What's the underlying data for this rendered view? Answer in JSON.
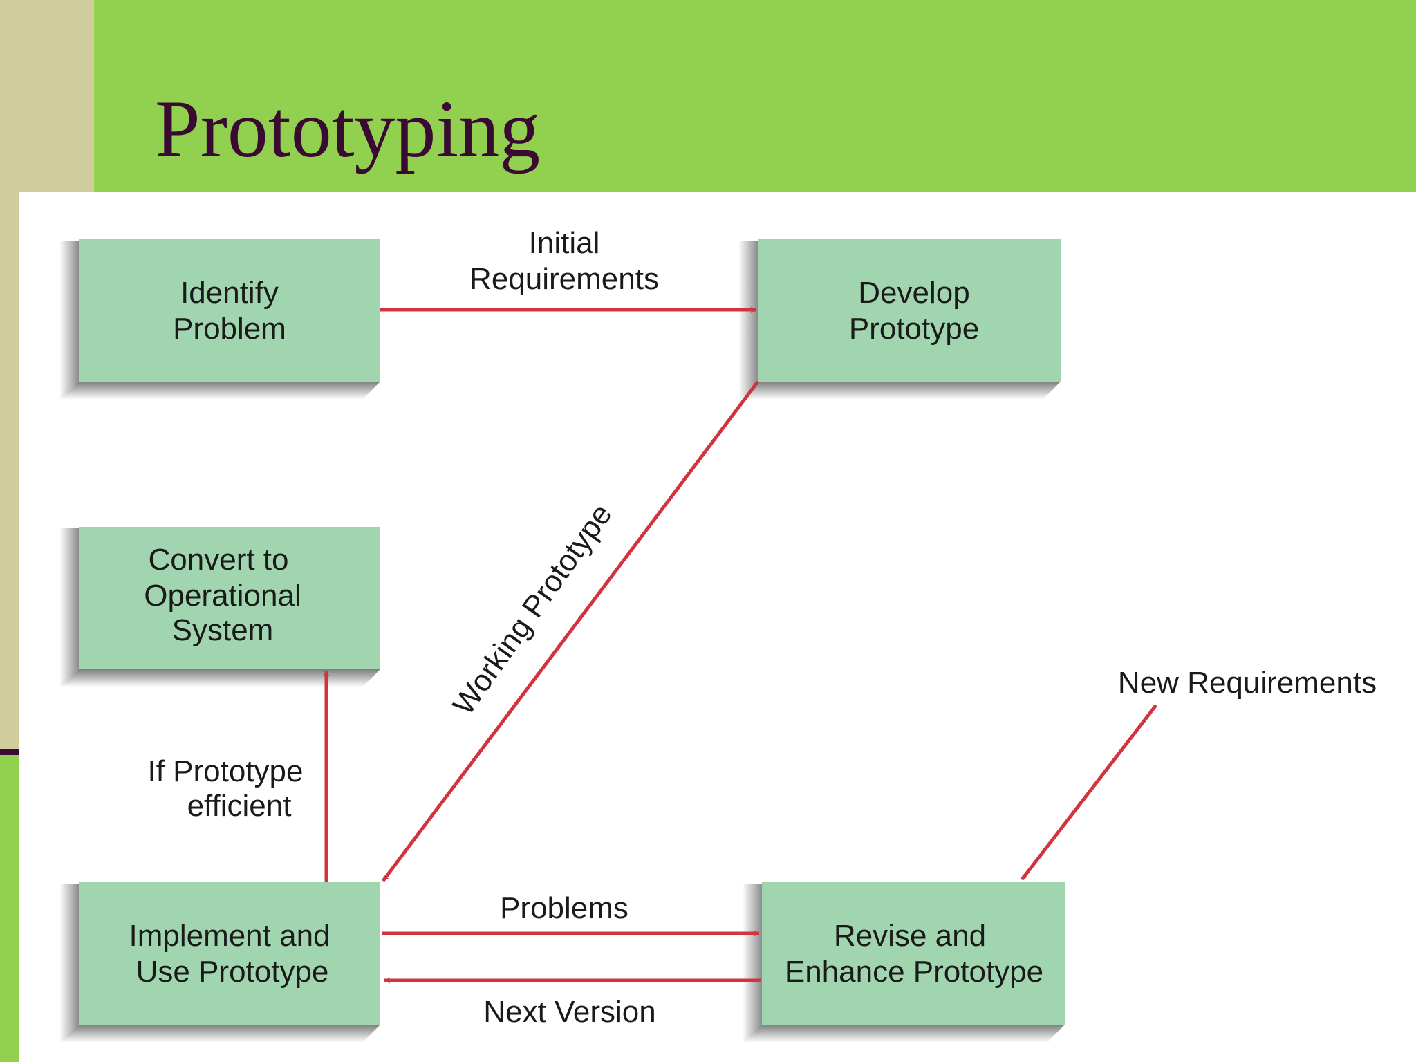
{
  "slide": {
    "title": "Prototyping"
  },
  "colors": {
    "top_band": "#92d050",
    "left_band": "#cfcd9b",
    "title_text": "#3a0a33",
    "box_fill": "#a1d5b0",
    "arrow": "#d2343f"
  },
  "diagram": {
    "nodes": {
      "identify_problem": {
        "line1": "Identify",
        "line2": "Problem"
      },
      "develop_prototype": {
        "line1": "Develop",
        "line2": "Prototype"
      },
      "convert_operational": {
        "line1": "Convert to",
        "line2": "Operational",
        "line3": "System"
      },
      "implement_use": {
        "line1": "Implement and",
        "line2": "Use Prototype"
      },
      "revise_enhance": {
        "line1": "Revise and",
        "line2": "Enhance Prototype"
      }
    },
    "edges": {
      "initial_requirements": {
        "line1": "Initial",
        "line2": "Requirements"
      },
      "working_prototype": {
        "label": "Working Prototype"
      },
      "if_efficient": {
        "line1": "If Prototype",
        "line2": "efficient"
      },
      "new_requirements": {
        "label": "New Requirements"
      },
      "problems": {
        "label": "Problems"
      },
      "next_version": {
        "label": "Next Version"
      }
    }
  }
}
